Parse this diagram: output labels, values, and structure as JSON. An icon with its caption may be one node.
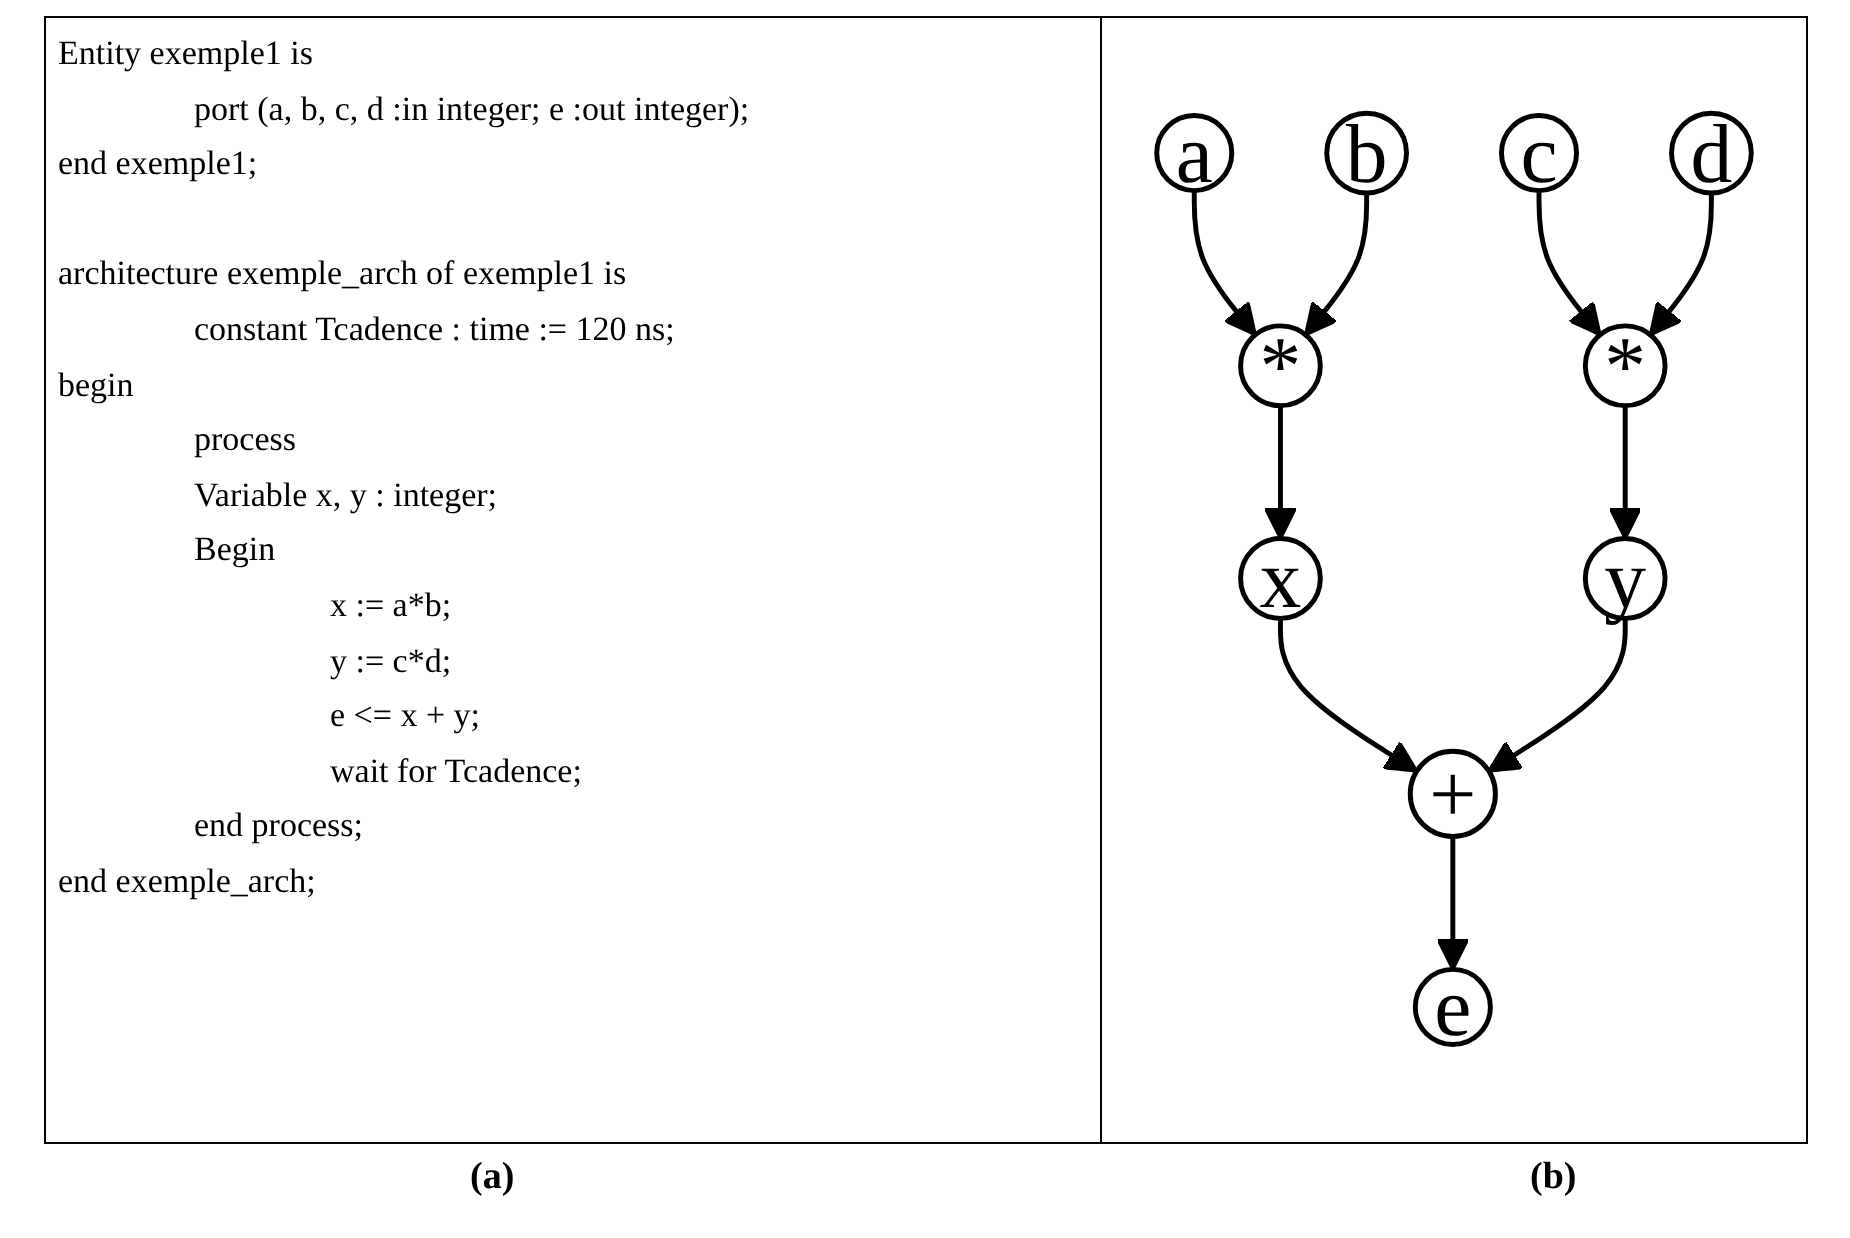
{
  "diagram": {
    "nodes": [
      {
        "text": [
          "a"
        ]
      },
      {
        "text": [
          "b"
        ]
      },
      {
        "text": [
          "c"
        ]
      },
      {
        "text": [
          "d"
        ]
      },
      {
        "text": [
          "*"
        ]
      },
      {
        "text": [
          "*"
        ]
      },
      {
        "text": [
          "x"
        ]
      },
      {
        "text": [
          "y"
        ]
      },
      {
        "text": [
          "+"
        ]
      },
      {
        "text": [
          "e"
        ]
      }
    ],
    "edges": [
      {
        "from": 0,
        "to": 4,
        "arrow": "to"
      },
      {
        "from": 1,
        "to": 4,
        "arrow": "to"
      },
      {
        "from": 2,
        "to": 5,
        "arrow": "to"
      },
      {
        "from": 3,
        "to": 5,
        "arrow": "to"
      },
      {
        "from": 4,
        "to": 6,
        "arrow": "to"
      },
      {
        "from": 5,
        "to": 7,
        "arrow": "to"
      },
      {
        "from": 6,
        "to": 8,
        "arrow": "to"
      },
      {
        "from": 7,
        "to": 8,
        "arrow": "to"
      },
      {
        "from": 8,
        "to": 9,
        "arrow": "to"
      }
    ],
    "labels": [
      "Entity exemple1 is",
      "port (a, b, c, d :in integer; e :out integer);",
      "end exemple1;",
      "architecture exemple_arch of exemple1 is",
      "constant Tcadence : time := 120 ns;",
      "begin",
      "process",
      "Variable x, y : integer;",
      "Begin",
      "x := a*b;",
      "y := c*d;",
      "e <= x + y;",
      "wait for Tcadence;",
      "end process;",
      "end exemple_arch;",
      "(a)",
      "(b)"
    ]
  }
}
